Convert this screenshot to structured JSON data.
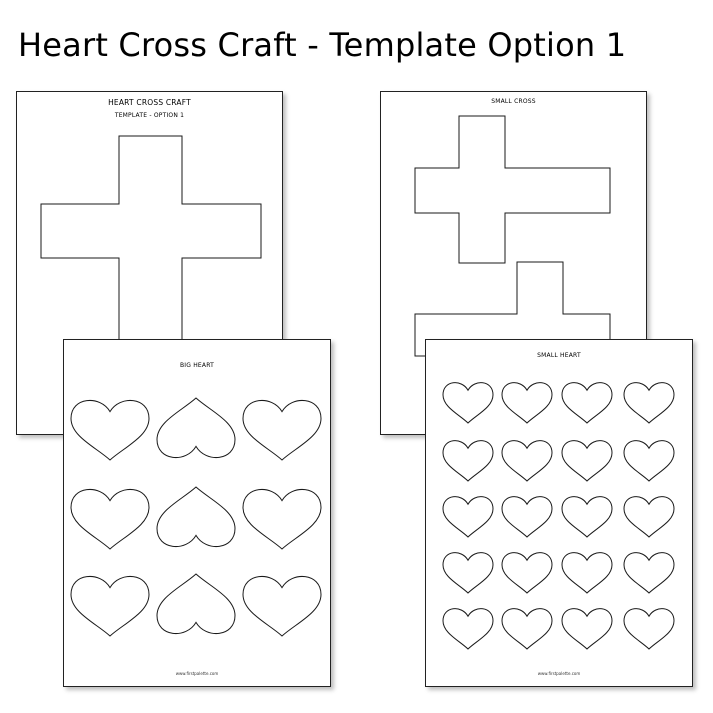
{
  "page_title": "Heart Cross Craft - Template Option 1",
  "sheets": {
    "big_cross": {
      "heading": "HEART CROSS CRAFT",
      "subheading": "TEMPLATE - OPTION 1",
      "shape": "cross-outline"
    },
    "small_cross": {
      "heading": "SMALL CROSS",
      "shape": "cross-outline",
      "count": 2
    },
    "big_heart": {
      "heading": "BIG HEART",
      "shape": "heart-outline",
      "count": 9,
      "footer": "www.firstpalette.com"
    },
    "small_heart": {
      "heading": "SMALL HEART",
      "shape": "heart-outline",
      "count": 20,
      "footer": "www.firstpalette.com"
    }
  },
  "colors": {
    "outline": "#1a1a1a",
    "paper": "#ffffff",
    "background": "#ffffff"
  }
}
